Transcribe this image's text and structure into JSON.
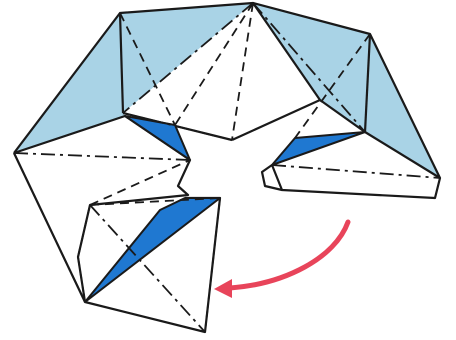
{
  "diagram": {
    "kind": "origami folding step",
    "colors": {
      "paper": "#ffffff",
      "light_blue": "#a9d3e6",
      "dark_blue": "#1f78d1",
      "line": "#1a1a1a",
      "arrow": "#e8445a"
    },
    "line_styles": [
      "edge",
      "valley-fold",
      "mountain-fold"
    ],
    "arrow_meaning": "fold flap over"
  }
}
